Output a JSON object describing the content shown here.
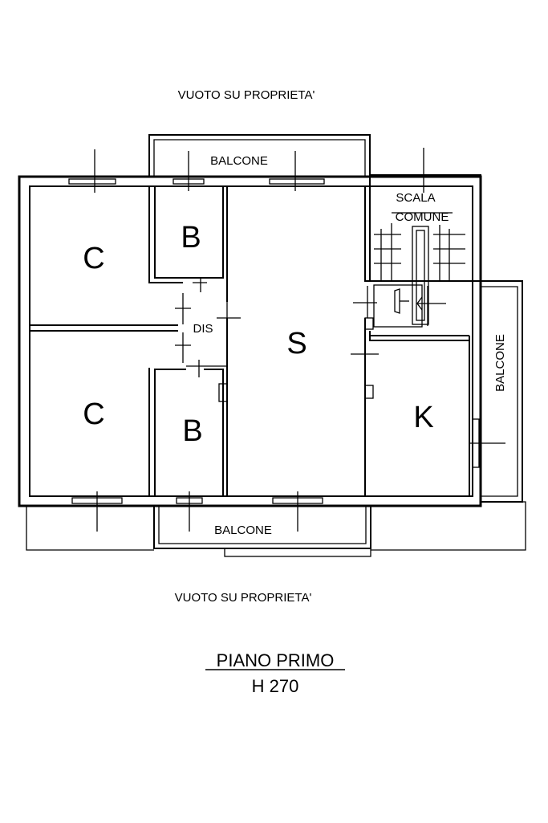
{
  "labels": {
    "top_void": "VUOTO SU PROPRIETA'",
    "bottom_void": "VUOTO SU PROPRIETA'",
    "balcony_top": "BALCONE",
    "balcony_bottom": "BALCONE",
    "balcony_right": "BALCONE",
    "stair_line1": "SCALA",
    "stair_line2": "COMUNE",
    "room_c_top": "C",
    "room_c_bottom": "C",
    "room_b_top": "B",
    "room_b_bottom": "B",
    "room_dis": "DIS",
    "room_s": "S",
    "room_k": "K"
  },
  "footer": {
    "title": "PIANO PRIMO",
    "height": "H 270"
  }
}
